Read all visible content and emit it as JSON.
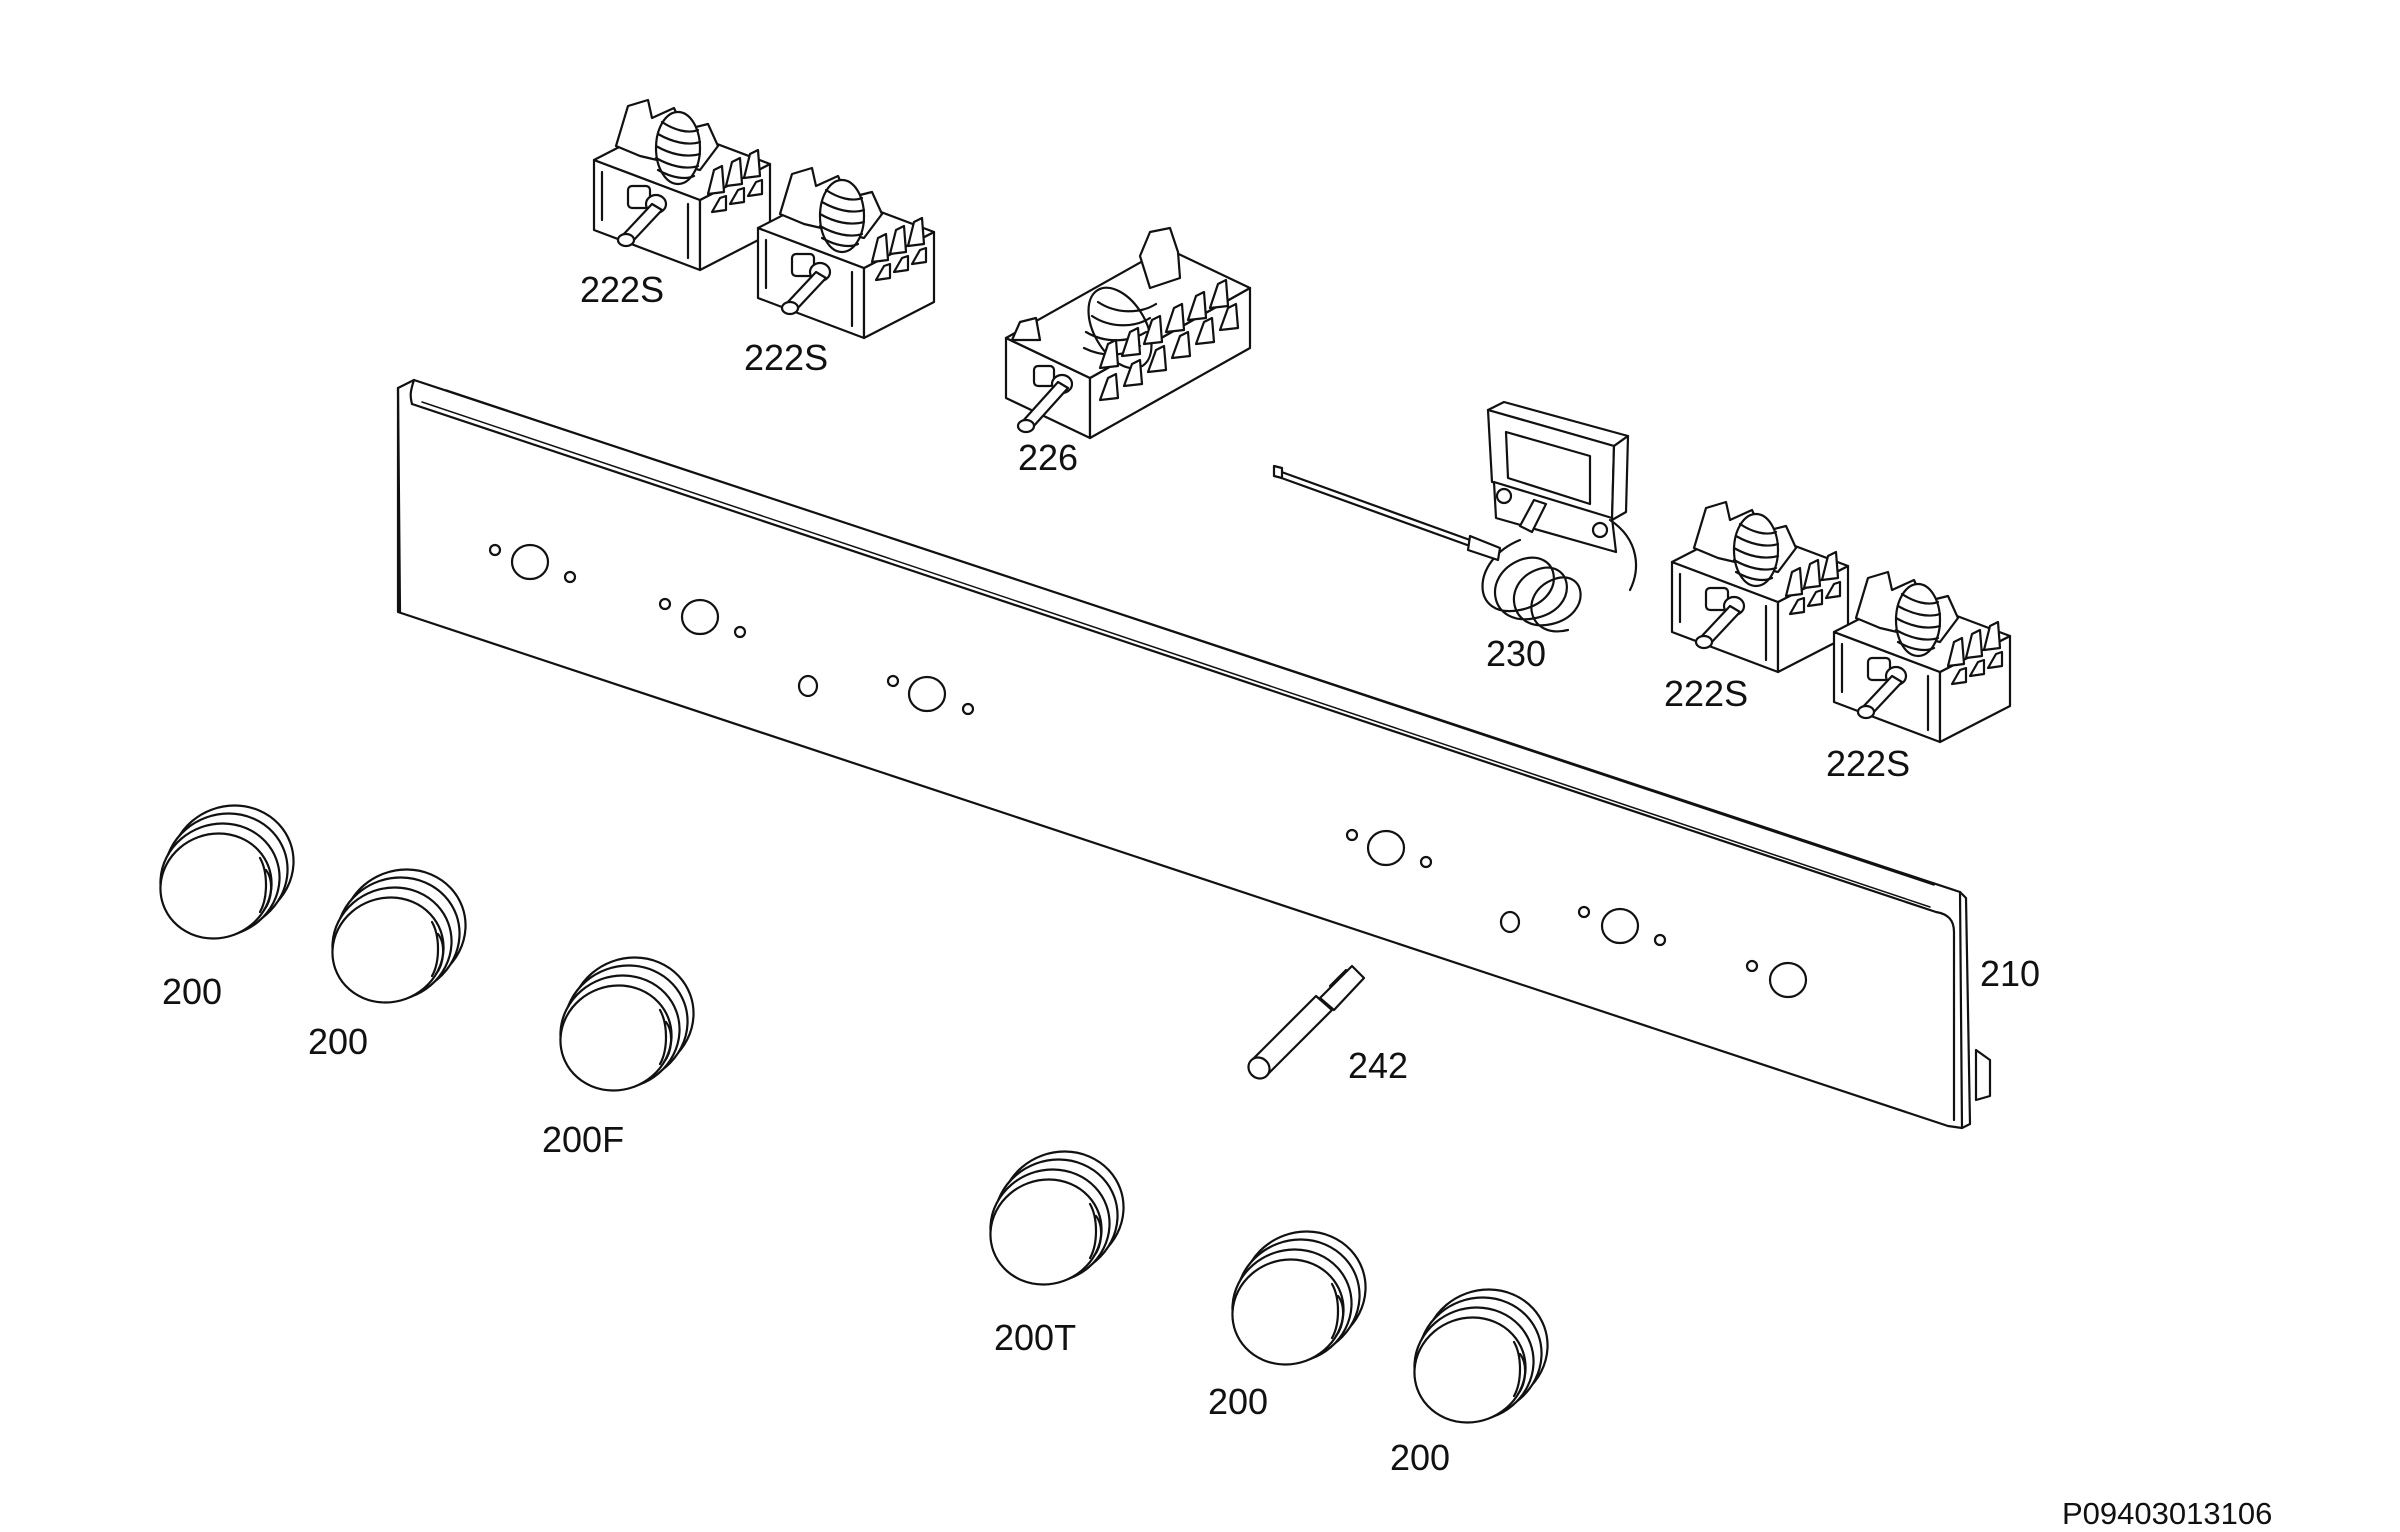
{
  "diagram": {
    "reference_code": "P09403013106",
    "parts": {
      "selector_switch_a": "222S",
      "selector_switch_b": "222S",
      "selector_switch_c": "222S",
      "selector_switch_d": "222S",
      "multi_switch": "226",
      "thermostat": "230",
      "control_panel": "210",
      "indicator_lamp": "242",
      "knob_1": "200",
      "knob_2": "200",
      "knob_3": "200F",
      "knob_4": "200T",
      "knob_5": "200",
      "knob_6": "200"
    }
  }
}
